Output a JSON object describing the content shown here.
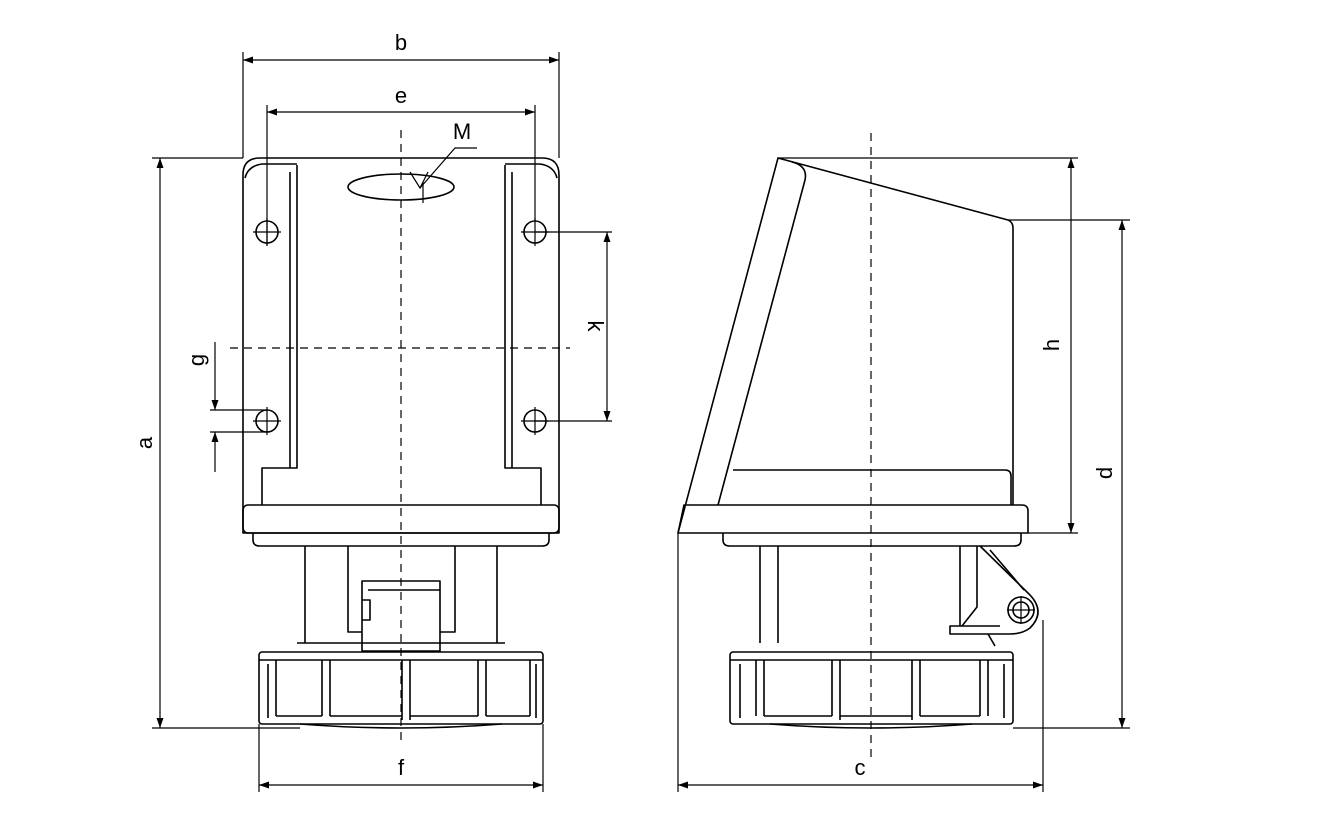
{
  "dimensions": {
    "a": "a",
    "b": "b",
    "c": "c",
    "d": "d",
    "e": "e",
    "f": "f",
    "g": "g",
    "h": "h",
    "k": "k",
    "M": "M"
  },
  "colors": {
    "line": "#000000",
    "background": "#ffffff"
  }
}
